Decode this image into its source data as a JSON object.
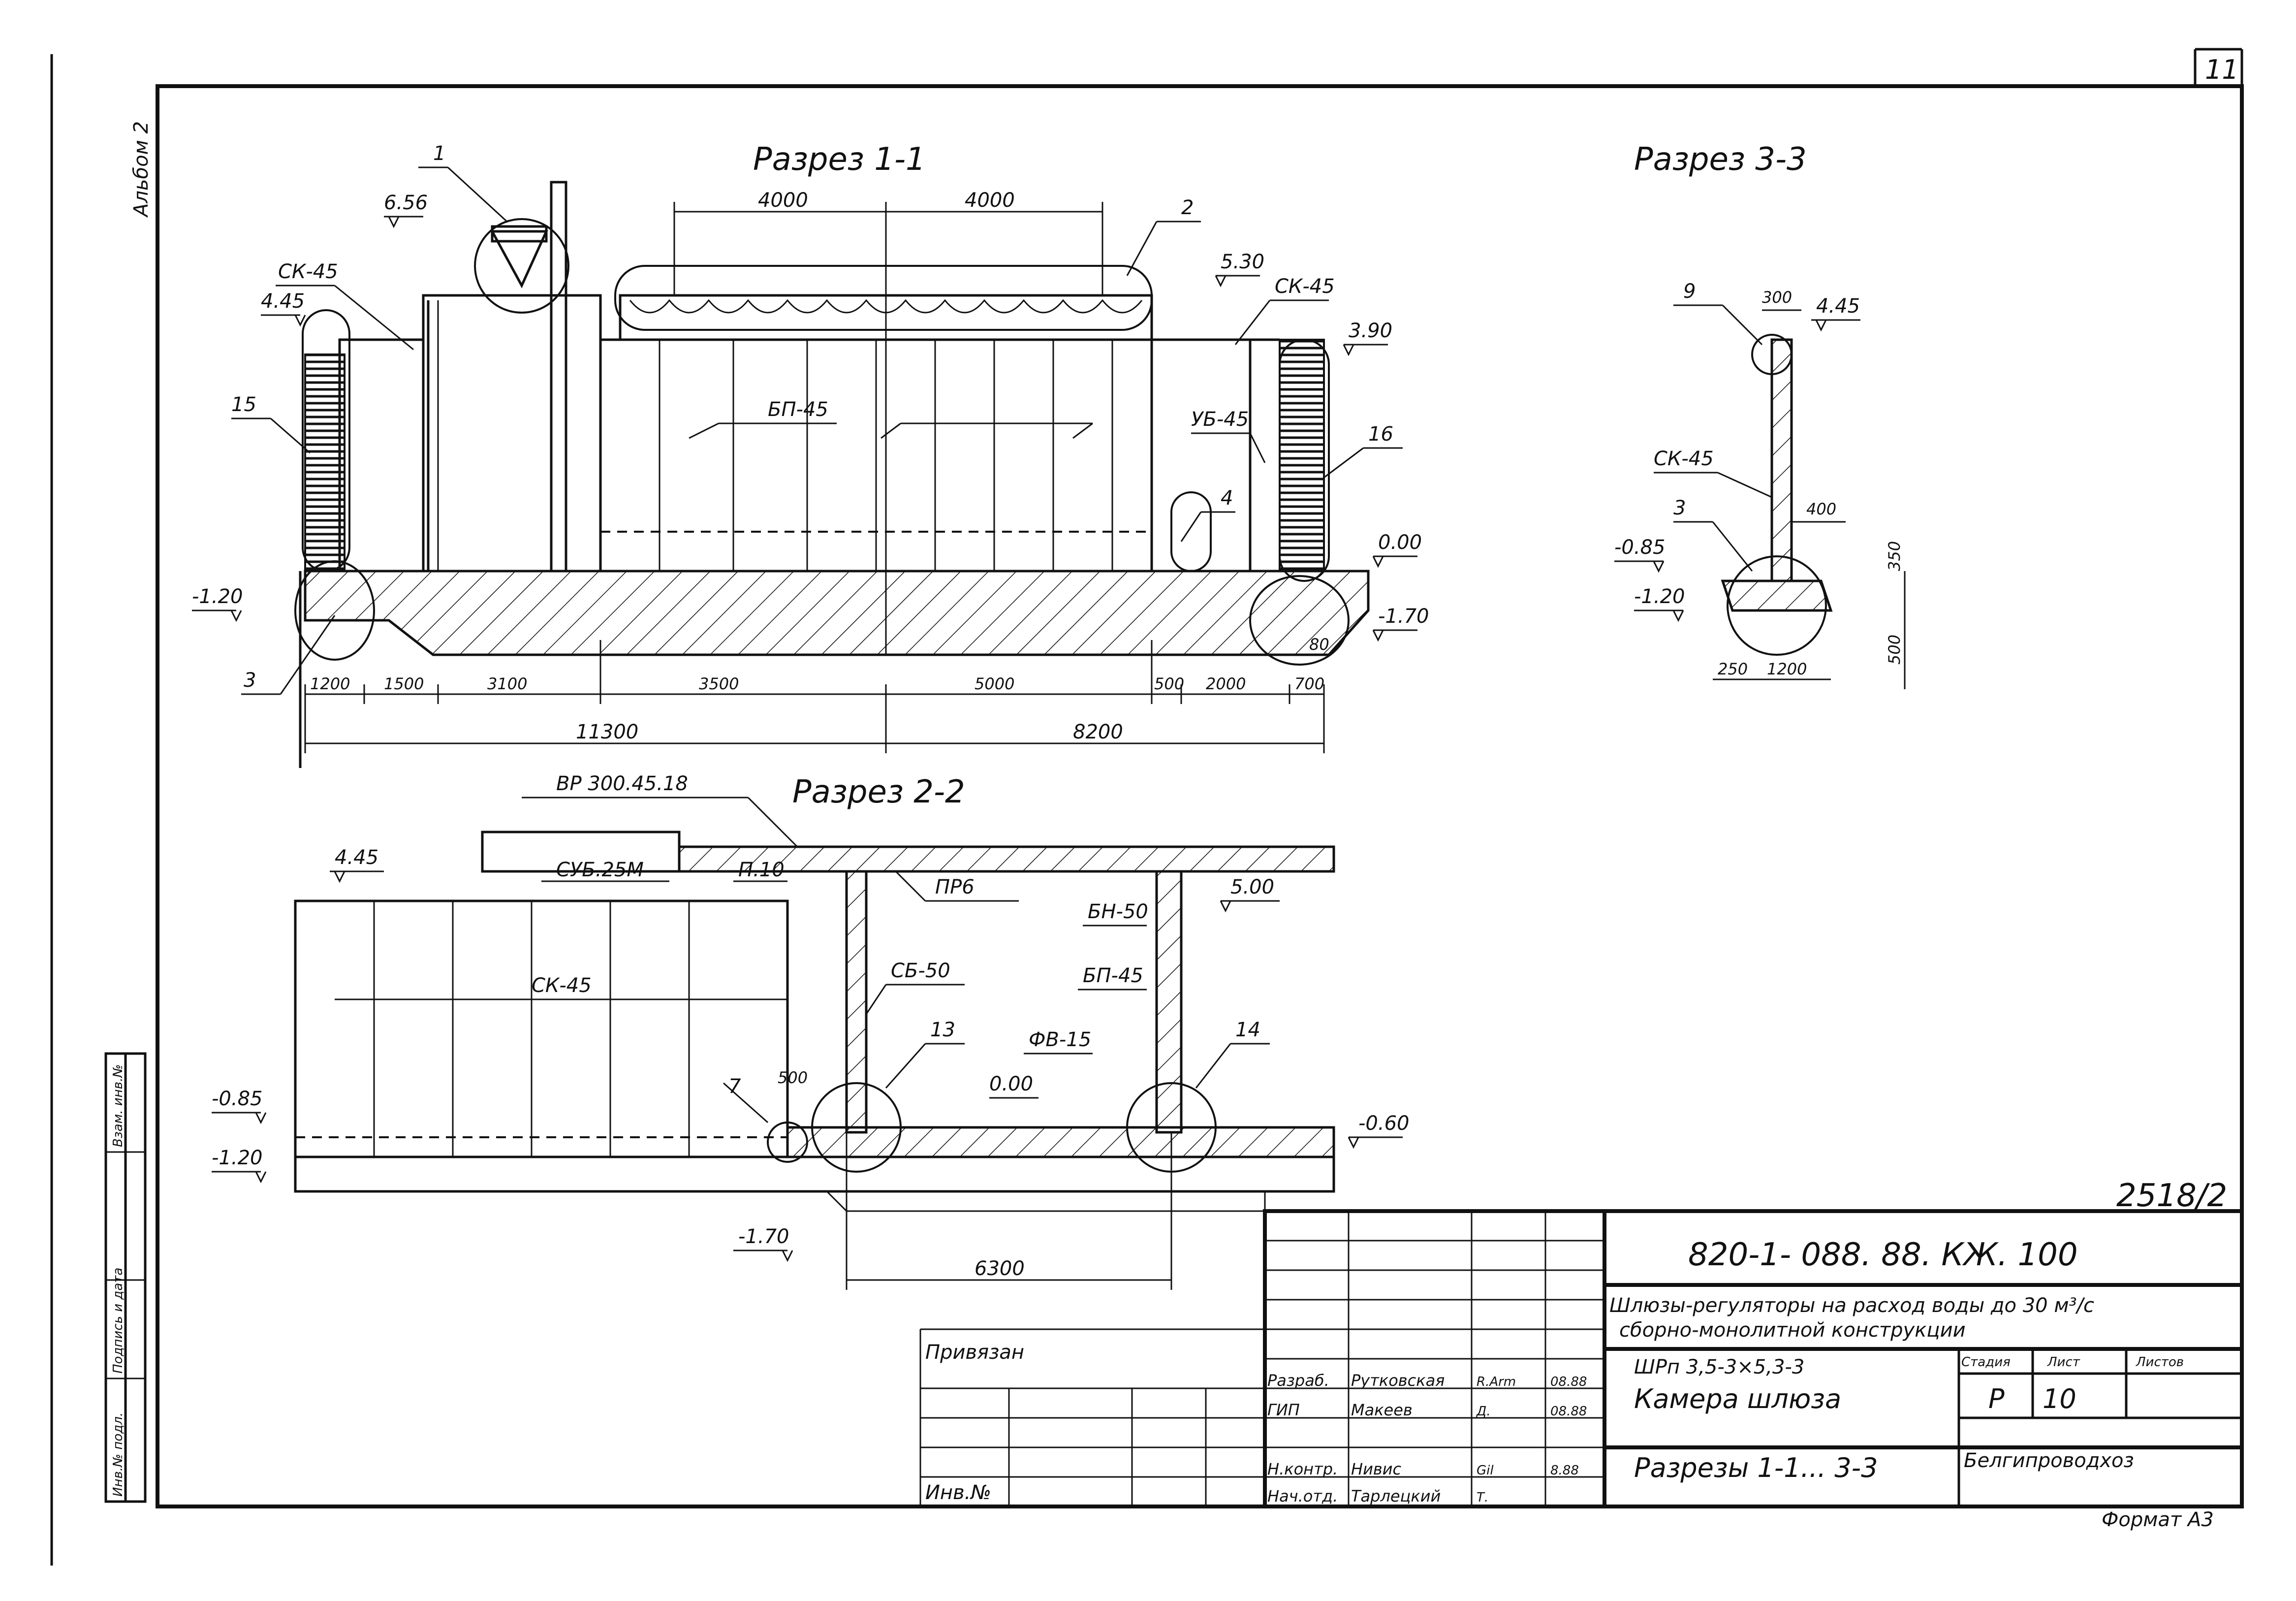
{
  "sheet": {
    "page_number": "11",
    "album": "Альбом 2"
  },
  "sections": {
    "s11_title": "Разрез 1-1",
    "s22_title": "Разрез 2-2",
    "s33_title": "Разрез 3-3"
  },
  "s11": {
    "callouts": [
      "1",
      "2",
      "3",
      "4",
      "15",
      "16"
    ],
    "labels": {
      "ck45_left": "СК-45",
      "ck45_right": "СК-45",
      "bp45": "БП-45",
      "ub45": "УБ-45"
    },
    "levels": {
      "l656": "6.56",
      "l445": "4.45",
      "l530": "5.30",
      "l390": "3.90",
      "l000": "0.00",
      "lm120": "-1.20",
      "lm170": "-1.70"
    },
    "top_dims": [
      "4000",
      "4000"
    ],
    "bottom_dims": [
      "1200",
      "1500",
      "3100",
      "3500",
      "5000",
      "500",
      "2000",
      "700"
    ],
    "totals": [
      "11300",
      "8200"
    ],
    "mini": "80"
  },
  "s22": {
    "labels": {
      "vr": "ВР 300.45.18",
      "cub": "СУБ.25М",
      "p10": "П.10",
      "pr6": "ПР6",
      "bn50": "БН-50",
      "cb50": "СБ-50",
      "bp45": "БП-45",
      "ck45": "СК-45",
      "fv15": "ФВ-15"
    },
    "callouts": [
      "7",
      "13",
      "14"
    ],
    "levels": {
      "l445": "4.45",
      "l500": "5.00",
      "lm085": "-0.85",
      "lm120": "-1.20",
      "l000": "0.00",
      "lm060": "-0.60",
      "lm170": "-1.70"
    },
    "dims": [
      "500",
      "6300"
    ]
  },
  "s33": {
    "callouts": [
      "9",
      "3"
    ],
    "label_ck": "СК-45",
    "levels": {
      "l445": "4.45",
      "lm085": "-0.85",
      "lm120": "-1.20"
    },
    "dims": {
      "top": "300",
      "mid": "400",
      "right1": "350",
      "right2": "500",
      "b1": "250",
      "b2": "1200"
    }
  },
  "title_block": {
    "sheet_ref": "2518/2",
    "doc_code": "820-1- 088. 88. КЖ. 100",
    "project_line1": "Шлюзы-регуляторы на расход воды до 30 м³/с",
    "project_line2": "сборно-монолитной конструкции",
    "object_line1": "ШРп 3,5-3×5,3-3",
    "object_line2": "Камера шлюза",
    "sheet_title": "Разрезы 1-1... 3-3",
    "stage_header": "Стадия",
    "sheet_header": "Лист",
    "sheets_header": "Листов",
    "stage": "Р",
    "sheet_no": "10",
    "org": "Белгипроводхоз",
    "bound": "Привязан",
    "inv": "Инв.№",
    "roles": [
      {
        "role": "Разраб.",
        "name": "Рутковская",
        "sign": "R.Arm",
        "date": "08.88"
      },
      {
        "role": "ГИП",
        "name": "Макеев",
        "sign": "Д.",
        "date": "08.88"
      },
      {
        "role": "Н.контр.",
        "name": "Нивис",
        "sign": "Gil",
        "date": "8.88"
      },
      {
        "role": "Нач.отд.",
        "name": "Тарлецкий",
        "sign": "Т.",
        "date": ""
      }
    ],
    "format": "Формат А3"
  },
  "margin_stamp": [
    "Инв.№ подл.",
    "Подпись и дата",
    "Взам. инв.№"
  ]
}
